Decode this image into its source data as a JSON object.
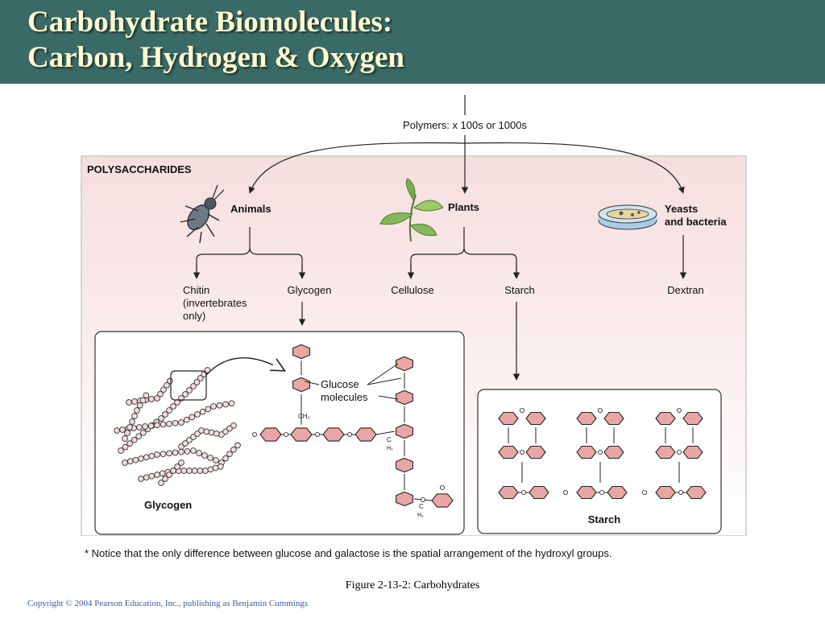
{
  "slide": {
    "title_line1": "Carbohydrate Biomolecules:",
    "title_line2": "Carbon, Hydrogen & Oxygen",
    "caption": "Figure 2-13-2: Carbohydrates",
    "copyright": "Copyright © 2004 Pearson Education, Inc., publishing as Benjamin Cummings"
  },
  "colors": {
    "header_bg": "#3a6a66",
    "title_text": "#fffbd0",
    "panel_bg": "#f8e6e6",
    "sugar_ring": "#eaa6a6",
    "copyright_text": "#3a5aa0"
  },
  "diagram": {
    "top_label": "Polymers: x 100s or 1000s",
    "section_label": "POLYSACCHARIDES",
    "groups": {
      "animals": "Animals",
      "plants": "Plants",
      "yeasts_line1": "Yeasts",
      "yeasts_line2": "and bacteria"
    },
    "products": {
      "chitin_line1": "Chitin",
      "chitin_line2": "(invertebrates",
      "chitin_line3": "only)",
      "glycogen": "Glycogen",
      "cellulose": "Cellulose",
      "starch": "Starch",
      "dextran": "Dextran"
    },
    "glycogen_box": {
      "label": "Glycogen",
      "callout_line1": "Glucose",
      "callout_line2": "molecules",
      "ch2_label": "CH₂",
      "c_label": "C",
      "h2_label": "H₂"
    },
    "starch_box": {
      "label": "Starch"
    },
    "footnote": "* Notice that the only difference between glucose and galactose is the spatial arrangement of the hydroxyl groups."
  }
}
